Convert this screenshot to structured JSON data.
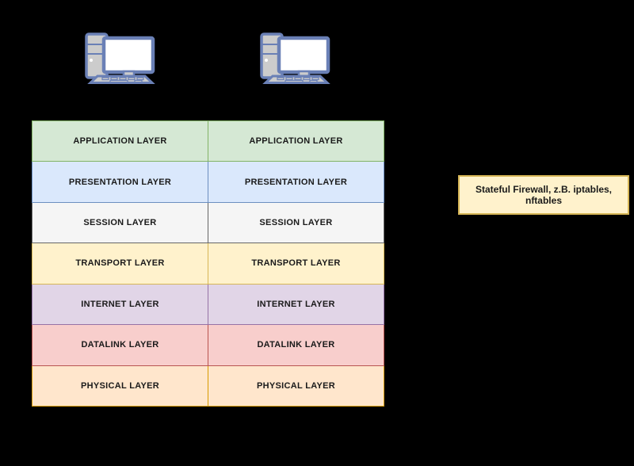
{
  "canvas": {
    "background": "#000000"
  },
  "computers": [
    {
      "icon": "desktop-computer-icon",
      "position": "left"
    },
    {
      "icon": "desktop-computer-icon",
      "position": "right"
    }
  ],
  "osi_stack": {
    "columns": 2,
    "rows": [
      {
        "label": "APPLICATION LAYER",
        "fill": "#d5e8d4",
        "stroke": "#82b366"
      },
      {
        "label": "PRESENTATION LAYER",
        "fill": "#dae8fc",
        "stroke": "#6c8ebf"
      },
      {
        "label": "SESSION LAYER",
        "fill": "#f5f5f5",
        "stroke": "#666666"
      },
      {
        "label": "TRANSPORT LAYER",
        "fill": "#fff2cc",
        "stroke": "#d6b656"
      },
      {
        "label": "INTERNET LAYER",
        "fill": "#e1d5e7",
        "stroke": "#9673a6"
      },
      {
        "label": "DATALINK LAYER",
        "fill": "#f8cecc",
        "stroke": "#b85450"
      },
      {
        "label": "PHYSICAL LAYER",
        "fill": "#ffe6cc",
        "stroke": "#d79b00"
      }
    ]
  },
  "firewall_note": {
    "label": "Stateful Firewall, z.B. iptables, nftables",
    "fill": "#fff2cc",
    "stroke": "#d6b656"
  },
  "icon_colors": {
    "computer_stroke": "#6a80b6",
    "computer_body": "#cccccc",
    "computer_screen": "#ffffff"
  }
}
